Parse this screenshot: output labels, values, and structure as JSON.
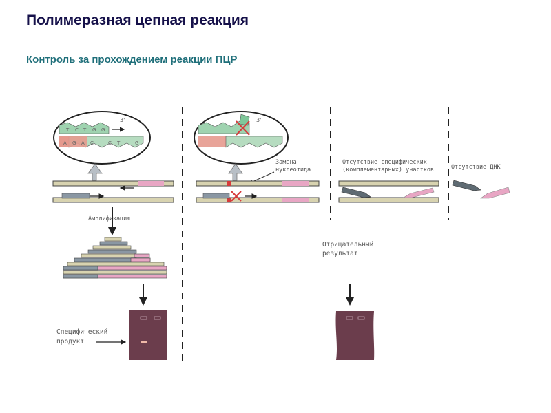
{
  "title": "Полимеразная цепная реакция",
  "subtitle": "Контроль за прохождением реакции ПЦР",
  "diagram": {
    "strand_end_label": "3'",
    "bases_top": [
      "T",
      "C",
      "T",
      "G",
      "G"
    ],
    "bases_bottom": [
      "A",
      "G",
      "A",
      "C",
      "C",
      "T",
      "G"
    ],
    "substitution_label_line1": "Замена",
    "substitution_label_line2": "нуклеотида",
    "amplification_label": "Амплификация",
    "specific_product_line1": "Специфический",
    "specific_product_line2": "продукт",
    "negative_result_line1": "Отрицательный",
    "negative_result_line2": "результат",
    "no_specific_sites_line1": "Отсутствие специфических",
    "no_specific_sites_line2": "(комплементарных) участков",
    "no_dna_label": "Отсутствие ДНК"
  }
}
